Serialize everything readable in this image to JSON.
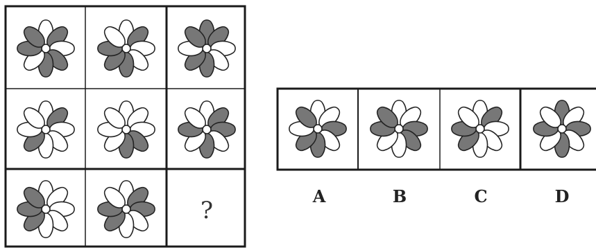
{
  "puzzle": {
    "question_mark": "?",
    "grid": [
      [
        [
          0,
          1,
          0,
          1,
          1,
          0,
          1,
          1
        ],
        [
          0,
          1,
          0,
          0,
          1,
          1,
          1,
          0
        ],
        [
          1,
          1,
          0,
          0,
          1,
          1,
          0,
          1
        ]
      ],
      [
        [
          0,
          1,
          0,
          0,
          0,
          1,
          0,
          0
        ],
        [
          0,
          0,
          0,
          1,
          1,
          0,
          0,
          0
        ],
        [
          0,
          1,
          1,
          0,
          1,
          0,
          1,
          0
        ]
      ],
      [
        [
          0,
          0,
          0,
          0,
          0,
          1,
          1,
          1
        ],
        [
          0,
          1,
          1,
          0,
          0,
          1,
          1,
          0
        ],
        null
      ]
    ],
    "options": [
      {
        "label": "A",
        "petals": [
          0,
          0,
          1,
          0,
          1,
          1,
          0,
          1
        ]
      },
      {
        "label": "B",
        "petals": [
          0,
          0,
          1,
          1,
          0,
          0,
          1,
          1
        ]
      },
      {
        "label": "C",
        "petals": [
          0,
          1,
          0,
          0,
          0,
          1,
          1,
          0
        ]
      },
      {
        "label": "D",
        "petals": [
          1,
          0,
          1,
          0,
          1,
          0,
          1,
          0
        ]
      }
    ]
  },
  "colors": {
    "petal_filled": "#777777",
    "petal_empty": "#ffffff",
    "stroke": "#222222",
    "frame": "#1a1a1a"
  }
}
